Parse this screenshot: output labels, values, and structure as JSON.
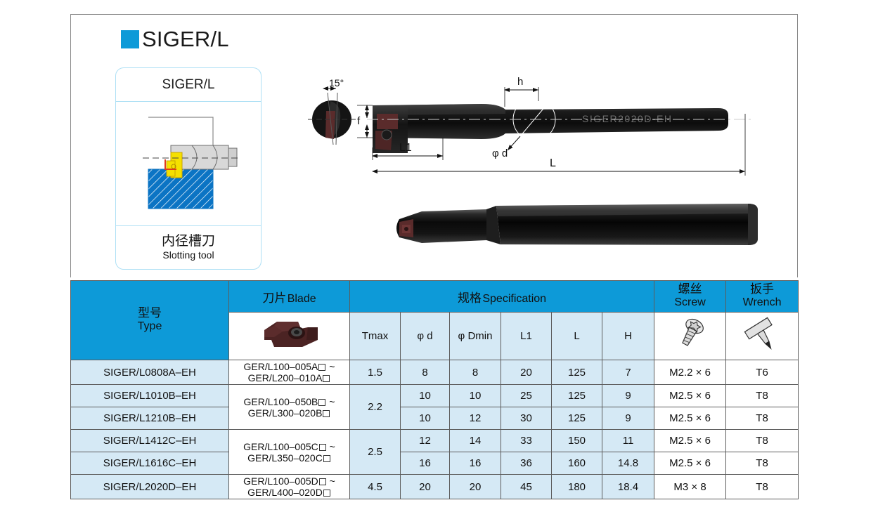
{
  "brand": {
    "square_color": "#0d9ad8",
    "title": "SIGER/L"
  },
  "card": {
    "header": "SIGER/L",
    "caption_cn": "内径槽刀",
    "caption_en": "Slotting tool",
    "workpiece_color": "#0b74c4",
    "insert_color": "#f5e000"
  },
  "drawing": {
    "angle_label": "15°",
    "h_label": "h",
    "f_label": "f",
    "l1_label": "L1",
    "l_label": "L",
    "phi_d_label": "φ d",
    "engraving": "SIGER2020D-EH"
  },
  "table": {
    "headers": {
      "type_cn": "型号",
      "type_en": "Type",
      "blade_cn": "刀片",
      "blade_en": "Blade",
      "spec_cn": "规格",
      "spec_en": "Specification",
      "screw_cn": "螺丝",
      "screw_en": "Screw",
      "wrench_cn": "扳手",
      "wrench_en": "Wrench",
      "tmax": "Tmax",
      "phi_d": "φ d",
      "phi_dmin": "φ Dmin",
      "l1": "L1",
      "l": "L",
      "h": "H"
    },
    "blade_groups": [
      {
        "line1_pre": "GER/L100–005A",
        "line1_post": " ~",
        "line2_pre": "GER/L200–010A",
        "line2_post": "",
        "rows": 1
      },
      {
        "line1_pre": "GER/L100–050B",
        "line1_post": " ~",
        "line2_pre": "GER/L300–020B",
        "line2_post": "",
        "rows": 2
      },
      {
        "line1_pre": "GER/L100–005C",
        "line1_post": " ~",
        "line2_pre": "GER/L350–020C",
        "line2_post": "",
        "rows": 2
      },
      {
        "line1_pre": "GER/L100–005D",
        "line1_post": " ~",
        "line2_pre": "GER/L400–020D",
        "line2_post": "",
        "rows": 1
      }
    ],
    "tmax_groups": [
      {
        "value": "1.5",
        "rows": 1
      },
      {
        "value": "2.2",
        "rows": 2
      },
      {
        "value": "2.5",
        "rows": 2
      },
      {
        "value": "4.5",
        "rows": 1
      }
    ],
    "rows": [
      {
        "type": "SIGER/L0808A–EH",
        "phi_d": "8",
        "phi_dmin": "8",
        "l1": "20",
        "l": "125",
        "h": "7",
        "screw": "M2.2 × 6",
        "wrench": "T6"
      },
      {
        "type": "SIGER/L1010B–EH",
        "phi_d": "10",
        "phi_dmin": "10",
        "l1": "25",
        "l": "125",
        "h": "9",
        "screw": "M2.5 × 6",
        "wrench": "T8"
      },
      {
        "type": "SIGER/L1210B–EH",
        "phi_d": "10",
        "phi_dmin": "12",
        "l1": "30",
        "l": "125",
        "h": "9",
        "screw": "M2.5 × 6",
        "wrench": "T8"
      },
      {
        "type": "SIGER/L1412C–EH",
        "phi_d": "12",
        "phi_dmin": "14",
        "l1": "33",
        "l": "150",
        "h": "11",
        "screw": "M2.5 × 6",
        "wrench": "T8"
      },
      {
        "type": "SIGER/L1616C–EH",
        "phi_d": "16",
        "phi_dmin": "16",
        "l1": "36",
        "l": "160",
        "h": "14.8",
        "screw": "M2.5 × 6",
        "wrench": "T8"
      },
      {
        "type": "SIGER/L2020D–EH",
        "phi_d": "20",
        "phi_dmin": "20",
        "l1": "45",
        "l": "180",
        "h": "18.4",
        "screw": "M3 × 8",
        "wrench": "T8"
      }
    ]
  },
  "colors": {
    "header_blue": "#0d9ad8",
    "row_blue": "#d5e9f5",
    "insert_brown": "#5a2b2b"
  }
}
